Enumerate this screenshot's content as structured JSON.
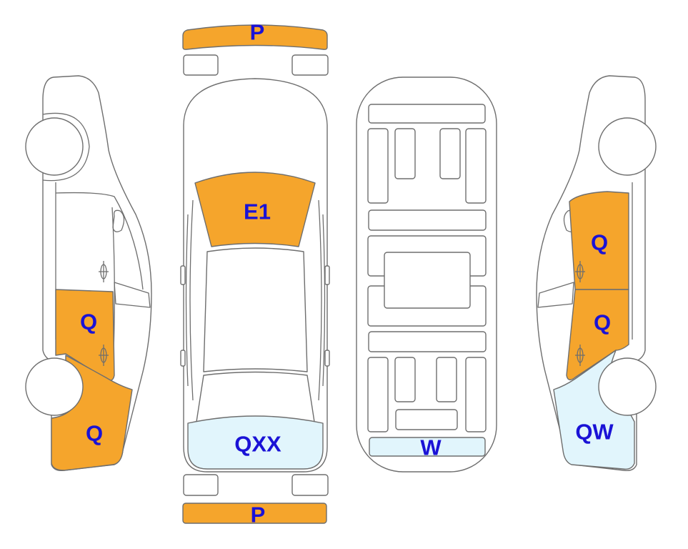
{
  "colors": {
    "orange": "#F5A52C",
    "light_blue": "#E1F5FC",
    "outline": "#6e6e6e",
    "label": "#1A12D6"
  },
  "labels": {
    "front_bumper": "P",
    "rear_bumper": "P",
    "hood": "E1",
    "windshield_rear": "QXX",
    "underbody": "W",
    "left_rear_door": "Q",
    "left_rear_quarter": "Q",
    "right_front_door": "Q",
    "right_rear_door": "Q",
    "right_rear_quarter": "QW"
  }
}
